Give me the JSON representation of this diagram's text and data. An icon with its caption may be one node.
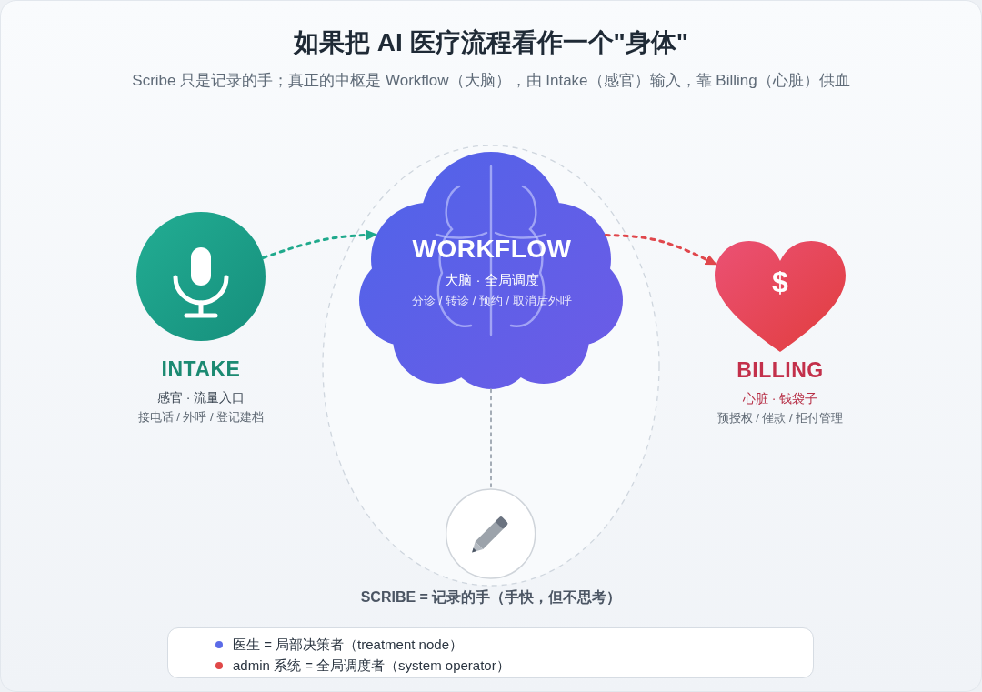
{
  "diagram": {
    "title": "如果把 AI 医疗流程看作一个\"身体\"",
    "nodes": [
      {
        "text": [
          "INTAKE",
          "感官 · 流量入口",
          "接电话 / 外呼 / 登记建档"
        ]
      },
      {
        "text": [
          "WORKFLOW",
          "大脑 · 全局调度",
          "分诊 / 转诊 / 预约 / 取消后外呼"
        ]
      },
      {
        "text": [
          "$",
          "BILLING",
          "心脏 · 钱袋子",
          "预授权 / 催款 / 拒付管理"
        ]
      },
      {
        "text": [
          "SCRIBE = 记录的手（手快，但不思考）"
        ]
      }
    ],
    "edges": [
      {
        "from": 0,
        "to": 1,
        "arrow": "to",
        "style": "dashed",
        "color": "#1fa98c"
      },
      {
        "from": 1,
        "to": 2,
        "arrow": "to",
        "style": "dashed",
        "color": "#e0474c"
      },
      {
        "from": 1,
        "to": 3,
        "arrow": "none",
        "style": "dashed",
        "color": "#a4acb6"
      }
    ],
    "labels": [
      "Scribe 只是记录的手；真正的中枢是 Workflow（大脑），由 Intake（感官）输入，靠 Billing（心脏）供血"
    ],
    "legend": [
      {
        "text": "医生 = 局部决策者（treatment node）",
        "color": "#5b6be8"
      },
      {
        "text": "admin 系统 = 全局调度者（system operator）",
        "color": "#e04848"
      }
    ]
  }
}
